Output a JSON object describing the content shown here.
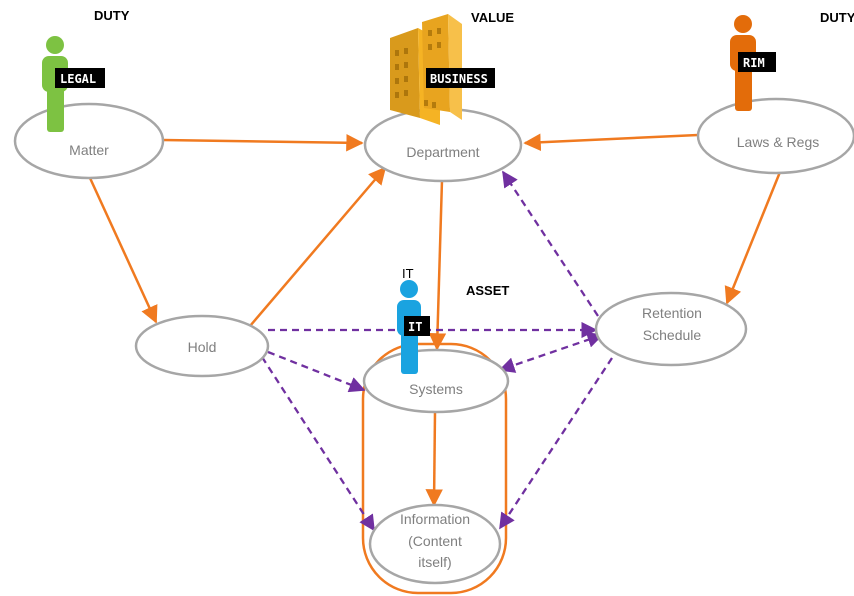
{
  "headers": {
    "duty_left": "DUTY",
    "value": "VALUE",
    "duty_right": "DUTY",
    "asset": "ASSET"
  },
  "badges": {
    "legal": "LEGAL",
    "business": "BUSINESS",
    "rim": "RIM",
    "it": "IT"
  },
  "it_caption": "IT",
  "nodes": {
    "matter": "Matter",
    "department": "Department",
    "laws_regs": "Laws & Regs",
    "hold": "Hold",
    "retention_line1": "Retention",
    "retention_line2": "Schedule",
    "systems": "Systems",
    "information_line1": "Information",
    "information_line2": "(Content",
    "information_line3": "itself)"
  },
  "colors": {
    "legal": "#7dc242",
    "rim": "#e36c0a",
    "it": "#1aa3e0",
    "business": "#f5b324",
    "orange_arrow": "#f07a20",
    "purple_arrow": "#7030a0",
    "node_stroke": "#a6a6a6",
    "badge_bg": "#000000"
  }
}
